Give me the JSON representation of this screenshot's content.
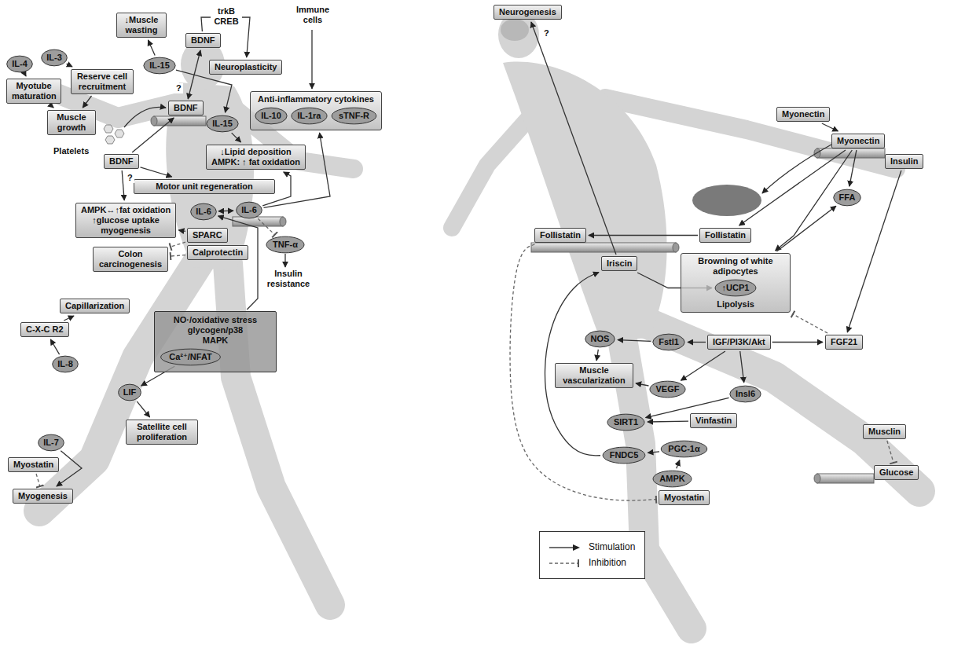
{
  "diagram": {
    "nodes": [
      {
        "text": [
          "BDNF"
        ]
      },
      {
        "text": [
          "Neuroplasticity"
        ]
      },
      {
        "text": [
          "Anti-inflammatory cytokines"
        ]
      },
      {
        "text": [
          "IL-10"
        ],
        "in": 2
      },
      {
        "text": [
          "IL-1ra"
        ],
        "in": 2
      },
      {
        "text": [
          "sTNF-R"
        ],
        "in": 2
      },
      {
        "text": [
          "↓Muscle wasting"
        ]
      },
      {
        "text": [
          "IL-4"
        ]
      },
      {
        "text": [
          "IL-3"
        ]
      },
      {
        "text": [
          "IL-15"
        ]
      },
      {
        "text": [
          "Myotube maturation"
        ]
      },
      {
        "text": [
          "Reserve cell recruitment"
        ]
      },
      {
        "text": [
          "Muscle growth"
        ]
      },
      {
        "text": [
          "BDNF"
        ]
      },
      {
        "text": [
          "IL-15"
        ]
      },
      {
        "text": [
          "BDNF"
        ]
      },
      {
        "text": [
          "↓Lipid deposition",
          "AMPK: ↑ fat oxidation"
        ]
      },
      {
        "text": [
          "Motor unit regeneration"
        ]
      },
      {
        "text": [
          "AMPK↔↑fat oxidation",
          "↑glucose uptake",
          "myogenesis"
        ]
      },
      {
        "text": [
          "IL-6"
        ]
      },
      {
        "text": [
          "IL-6"
        ]
      },
      {
        "text": [
          "SPARC"
        ]
      },
      {
        "text": [
          "Calprotectin"
        ]
      },
      {
        "text": [
          "Colon carcinogenesis"
        ]
      },
      {
        "text": [
          "TNF-α"
        ]
      },
      {
        "text": [
          "Capillarization"
        ]
      },
      {
        "text": [
          "C-X-C R2"
        ]
      },
      {
        "text": [
          "IL-8"
        ]
      },
      {
        "text": [
          "NO·/oxidative stress",
          "glycogen/p38",
          "MAPK"
        ]
      },
      {
        "text": [
          "Ca²⁺/NFAT"
        ],
        "in": 28
      },
      {
        "text": [
          "LIF"
        ]
      },
      {
        "text": [
          "Satellite cell proliferation"
        ]
      },
      {
        "text": [
          "IL-7"
        ]
      },
      {
        "text": [
          "Myostatin"
        ]
      },
      {
        "text": [
          "Myogenesis"
        ]
      },
      {
        "text": [
          "Neurogenesis"
        ]
      },
      {
        "text": [
          "Myonectin"
        ]
      },
      {
        "text": [
          "Myonectin"
        ]
      },
      {
        "text": [
          "Insulin"
        ]
      },
      {
        "text": [
          "FFA"
        ]
      },
      {
        "text": [
          "Follistatin"
        ]
      },
      {
        "text": [
          "Follistatin"
        ]
      },
      {
        "text": [
          "Iriscin"
        ]
      },
      {
        "text": [
          "Browning of white adipocytes",
          "Lipolysis"
        ]
      },
      {
        "text": [
          "↑UCP1"
        ],
        "in": 43
      },
      {
        "text": [
          "NOS"
        ]
      },
      {
        "text": [
          "Fstl1"
        ]
      },
      {
        "text": [
          "IGF/PI3K/Akt"
        ]
      },
      {
        "text": [
          "FGF21"
        ]
      },
      {
        "text": [
          "Muscle vascularization"
        ]
      },
      {
        "text": [
          "VEGF"
        ]
      },
      {
        "text": [
          "Insl6"
        ]
      },
      {
        "text": [
          "SIRT1"
        ]
      },
      {
        "text": [
          "Vinfastin"
        ]
      },
      {
        "text": [
          "Musclin"
        ]
      },
      {
        "text": [
          "Glucose"
        ]
      },
      {
        "text": [
          "FNDC5"
        ]
      },
      {
        "text": [
          "PGC-1α"
        ]
      },
      {
        "text": [
          "AMPK"
        ]
      },
      {
        "text": [
          "Myostatin"
        ]
      }
    ],
    "edges": [
      {
        "from": 0,
        "to": 1,
        "label": "trkB CREB",
        "arrow": "to"
      },
      {
        "from": 9,
        "to": 6,
        "arrow": "to"
      },
      {
        "from": 9,
        "to": 14,
        "arrow": "to"
      },
      {
        "from": 13,
        "to": 0,
        "arrow": "both"
      },
      {
        "from": 7,
        "to": 10,
        "arrow": "to"
      },
      {
        "from": 8,
        "to": 11,
        "arrow": "to"
      },
      {
        "from": 10,
        "to": 12,
        "arrow": "to"
      },
      {
        "from": 11,
        "to": 12,
        "arrow": "to"
      },
      {
        "from": 15,
        "to": 13,
        "arrow": "to"
      },
      {
        "from": 14,
        "to": 16,
        "arrow": "to"
      },
      {
        "from": 15,
        "to": 17,
        "arrow": "to"
      },
      {
        "from": 15,
        "to": 18,
        "arrow": "to"
      },
      {
        "from": 20,
        "to": 16,
        "arrow": "to"
      },
      {
        "from": 20,
        "to": 2,
        "arrow": "to"
      },
      {
        "from": 20,
        "to": 24,
        "arrow": "to"
      },
      {
        "from": 19,
        "to": 20,
        "arrow": "both"
      },
      {
        "from": 21,
        "to": 18,
        "arrow": "to"
      },
      {
        "from": 21,
        "to": 23,
        "arrow": "to"
      },
      {
        "from": 22,
        "to": 23,
        "arrow": "to"
      },
      {
        "from": 28,
        "to": 19,
        "arrow": "to"
      },
      {
        "from": 29,
        "to": 30,
        "arrow": "to"
      },
      {
        "from": 30,
        "to": 31,
        "arrow": "to"
      },
      {
        "from": 27,
        "to": 26,
        "arrow": "to"
      },
      {
        "from": 26,
        "to": 25,
        "arrow": "to"
      },
      {
        "from": 32,
        "to": 34,
        "arrow": "to"
      },
      {
        "from": 33,
        "to": 34,
        "arrow": "to"
      },
      {
        "from": 42,
        "to": 35,
        "arrow": "to"
      },
      {
        "from": 42,
        "to": 44,
        "arrow": "to"
      },
      {
        "from": 56,
        "to": 42,
        "arrow": "to"
      },
      {
        "from": 57,
        "to": 56,
        "arrow": "to"
      },
      {
        "from": 58,
        "to": 57,
        "arrow": "to"
      },
      {
        "from": 40,
        "to": 59,
        "arrow": "to"
      },
      {
        "from": 41,
        "to": 40,
        "arrow": "to"
      },
      {
        "from": 36,
        "to": 37,
        "arrow": "to"
      },
      {
        "from": 37,
        "to": 41,
        "arrow": "to"
      },
      {
        "from": 37,
        "to": 43,
        "arrow": "to"
      },
      {
        "from": 37,
        "to": 39,
        "arrow": "to"
      },
      {
        "from": 43,
        "to": 39,
        "arrow": "to"
      },
      {
        "from": 38,
        "to": 48,
        "arrow": "to"
      },
      {
        "from": 48,
        "to": 43,
        "arrow": "to"
      },
      {
        "from": 47,
        "to": 48,
        "arrow": "to"
      },
      {
        "from": 47,
        "to": 46,
        "arrow": "to"
      },
      {
        "from": 47,
        "to": 50,
        "arrow": "to"
      },
      {
        "from": 47,
        "to": 51,
        "arrow": "to"
      },
      {
        "from": 46,
        "to": 45,
        "arrow": "to"
      },
      {
        "from": 45,
        "to": 49,
        "arrow": "to"
      },
      {
        "from": 50,
        "to": 49,
        "arrow": "to"
      },
      {
        "from": 51,
        "to": 52,
        "arrow": "to"
      },
      {
        "from": 53,
        "to": 52,
        "arrow": "to"
      },
      {
        "from": 54,
        "to": 55,
        "arrow": "to"
      }
    ],
    "labels": [
      "Immune cells",
      "?",
      "Platelets",
      "?",
      "Insulin resistance",
      "?"
    ],
    "legend": [
      {
        "text": "Stimulation"
      },
      {
        "text": "Inhibition"
      }
    ]
  }
}
